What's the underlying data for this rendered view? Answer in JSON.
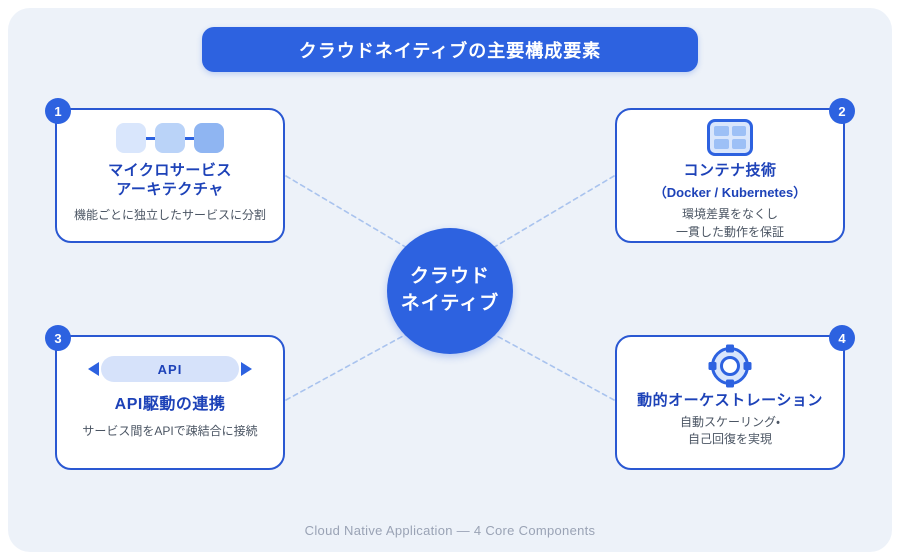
{
  "title": "クラウドネイティブの主要構成要素",
  "center": {
    "line1": "クラウド",
    "line2": "ネイティブ"
  },
  "cards": [
    {
      "number": "1",
      "icon": "microservices-icon",
      "title_line1": "マイクロサービス",
      "title_line2": "アーキテクチャ",
      "desc": "機能ごとに独立したサービスに分割"
    },
    {
      "number": "2",
      "icon": "container-grid-icon",
      "title": "コンテナ技術",
      "subtitle": "（Docker / Kubernetes）",
      "desc_line1": "環境差異をなくし",
      "desc_line2": "一貫した動作を保証"
    },
    {
      "number": "3",
      "icon": "api-arrows-icon",
      "icon_label": "API",
      "title": "API駆動の連携",
      "desc": "サービス間をAPIで疎結合に接続"
    },
    {
      "number": "4",
      "icon": "orchestration-helm-icon",
      "title": "動的オーケストレーション",
      "desc_line1": "自動スケーリング・",
      "desc_line2": "自己回復を実現"
    }
  ],
  "footer": "Cloud Native Application — 4 Core Components",
  "colors": {
    "primary": "#2d62e0",
    "card_border": "#2a58d2",
    "card_title": "#1d42b8",
    "desc_text": "#4b5563",
    "panel_bg": "#edf2f9",
    "dashed_line": "#a9c3ee",
    "icon_light": "#d9e6fc",
    "icon_medium": "#bad3f8",
    "icon_dark": "#8fb5f2",
    "icon_cell": "#9dc0f6",
    "pill_bg": "#d6e2fa",
    "footer_text": "#9aa3b5"
  }
}
